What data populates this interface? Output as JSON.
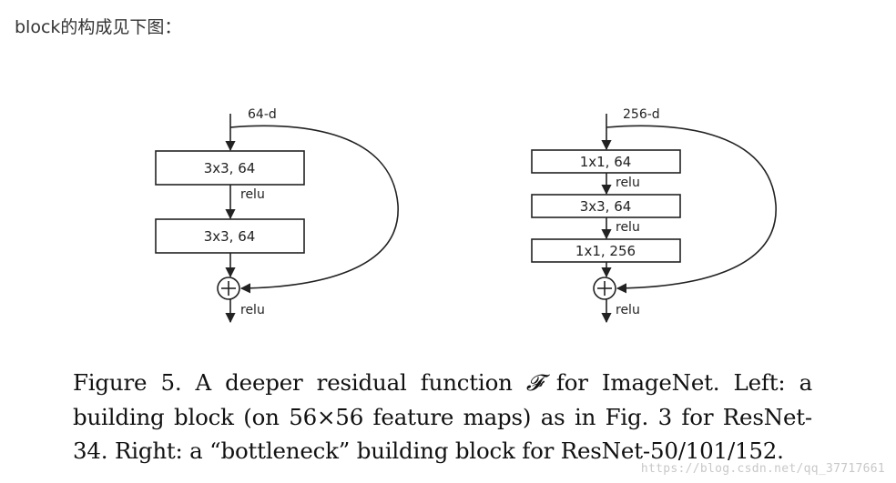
{
  "heading": "block的构成见下图：",
  "left_block": {
    "input_label": "64-d",
    "layers": [
      "3x3, 64",
      "3x3, 64"
    ],
    "activation_labels": [
      "relu",
      "relu"
    ]
  },
  "right_block": {
    "input_label": "256-d",
    "layers": [
      "1x1, 64",
      "3x3, 64",
      "1x1, 256"
    ],
    "activation_labels": [
      "relu",
      "relu",
      "relu"
    ]
  },
  "caption": {
    "before": "Figure 5. A deeper residual function ",
    "symbol": "𝓕",
    "after": " for ImageNet.  Left: a building block (on 56×56 feature maps) as in Fig. 3 for ResNet-34. Right: a “bottleneck” building block for ResNet-50/101/152."
  },
  "watermark": "https://blog.csdn.net/qq_37717661",
  "colors": {
    "heading": "#333333",
    "diagram": "#222222",
    "watermark": "#c8c8c8"
  }
}
